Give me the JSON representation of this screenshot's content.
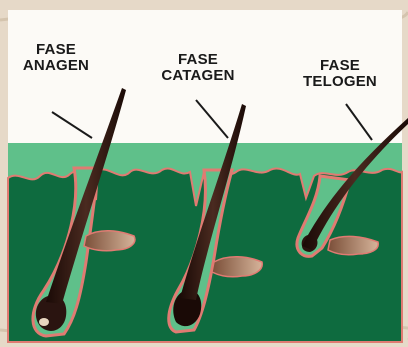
{
  "labels": {
    "anagen": {
      "line1": "FASE",
      "line2": "ANAGEN"
    },
    "catagen": {
      "line1": "FASE",
      "line2": "CATAGEN"
    },
    "telogen": {
      "line1": "FASE",
      "line2": "TELOGEN"
    }
  },
  "colors": {
    "background": "#e8ddd0",
    "card": "#fcfaf6",
    "skin_surface": "#5fc08a",
    "dermis": "#0e6b3f",
    "follicle_outline": "#e07b72",
    "hair": "#2a1410",
    "gland": "#a8765a"
  }
}
